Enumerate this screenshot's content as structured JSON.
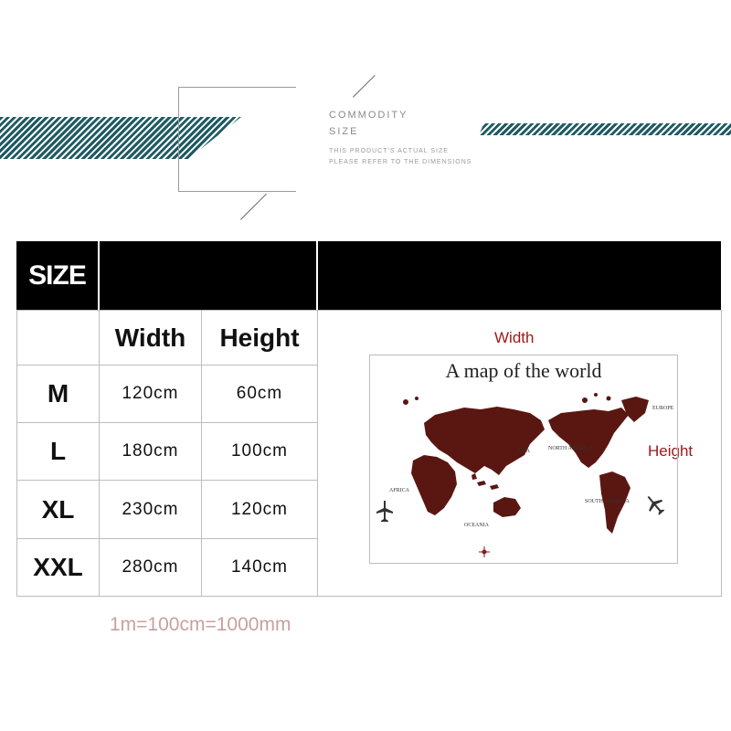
{
  "header": {
    "commodity": "COMMODITY",
    "size": "SIZE",
    "small_line_1": "THIS PRODUCT'S ACTUAL SIZE",
    "small_line_2": "PLEASE REFER TO THE DIMENSIONS"
  },
  "table": {
    "title": "SIZE",
    "columns": [
      "Width",
      "Height"
    ],
    "rows": [
      {
        "size": "M",
        "width": "120cm",
        "height": "60cm"
      },
      {
        "size": "L",
        "width": "180cm",
        "height": "100cm"
      },
      {
        "size": "XL",
        "width": "230cm",
        "height": "120cm"
      },
      {
        "size": "XXL",
        "width": "280cm",
        "height": "140cm"
      }
    ]
  },
  "note": "1m=100cm=1000mm",
  "map": {
    "title": "A map of the world",
    "width_label": "Width",
    "height_label": "Height",
    "region_labels": {
      "asia": "ASIA",
      "africa": "AFRICA",
      "oceania": "OCEANIA",
      "europe": "EUROPE",
      "north_america": "NORTH AMERICA",
      "south_america": "SOUTH AMERICA"
    }
  },
  "colors": {
    "stripe": "#1f5b63",
    "land": "#5a1712",
    "label_red": "#a01818"
  }
}
